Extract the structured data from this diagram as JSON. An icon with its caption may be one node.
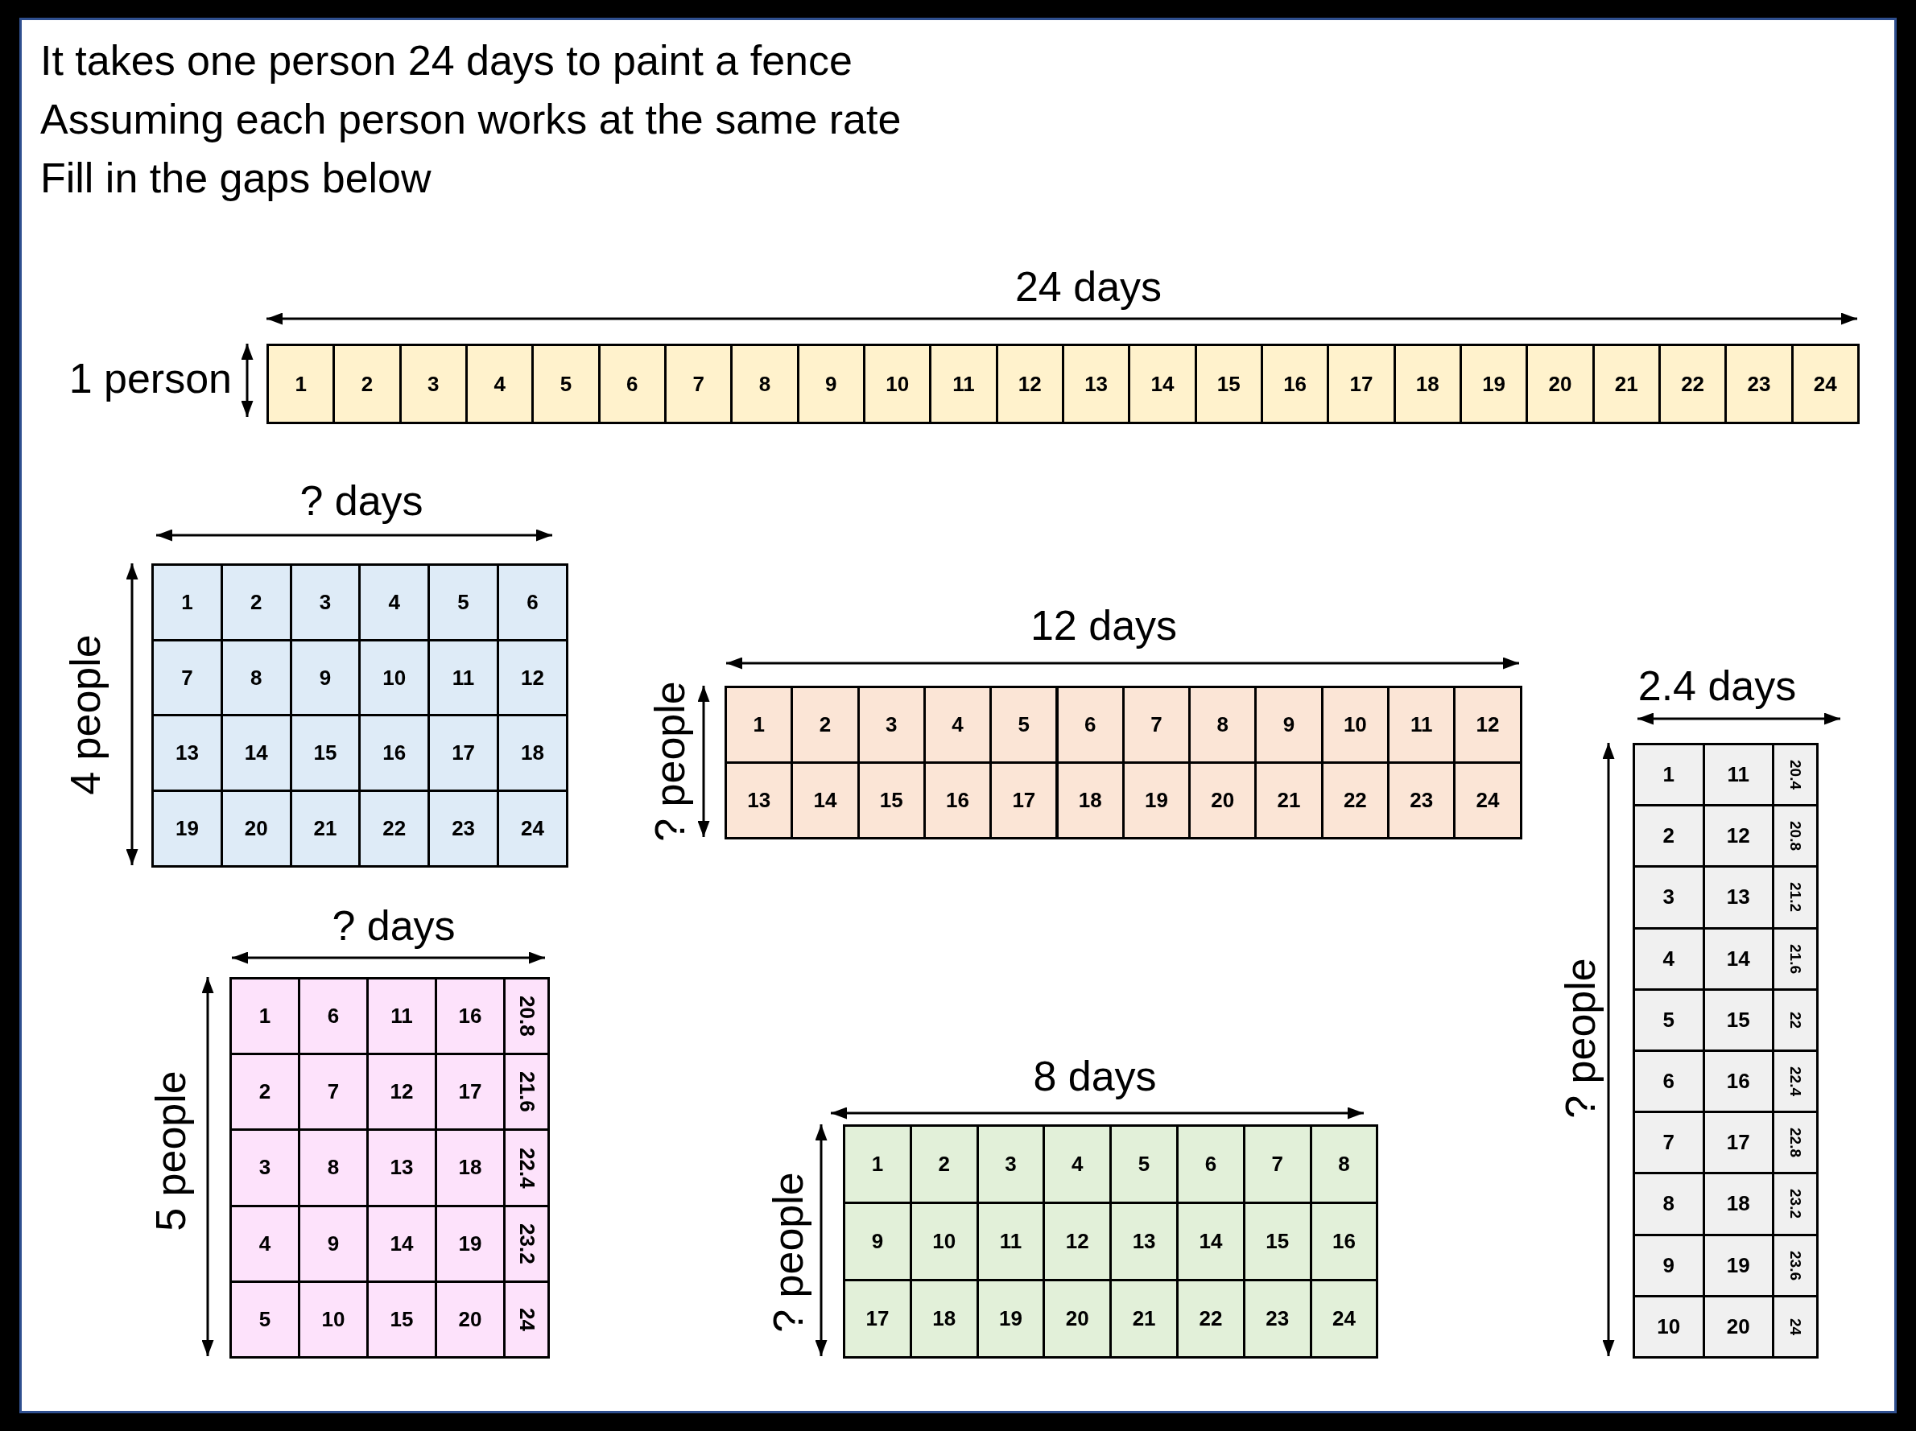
{
  "diagram": {
    "labels": [
      "It takes one person 24 days to paint a fence",
      "Assuming each person works at the same rate",
      "Fill in the gaps below",
      "24 days",
      "1 person",
      "1",
      "2",
      "3",
      "4",
      "5",
      "6",
      "7",
      "8",
      "9",
      "10",
      "11",
      "12",
      "13",
      "14",
      "15",
      "16",
      "17",
      "18",
      "19",
      "20",
      "21",
      "22",
      "23",
      "24",
      "? days",
      "4 people",
      "1",
      "2",
      "3",
      "4",
      "5",
      "6",
      "7",
      "8",
      "9",
      "10",
      "11",
      "12",
      "13",
      "14",
      "15",
      "16",
      "17",
      "18",
      "19",
      "20",
      "21",
      "22",
      "23",
      "24",
      "12 days",
      "? people",
      "1",
      "2",
      "3",
      "4",
      "5",
      "6",
      "7",
      "8",
      "9",
      "10",
      "11",
      "12",
      "13",
      "14",
      "15",
      "16",
      "17",
      "18",
      "19",
      "20",
      "21",
      "22",
      "23",
      "24",
      "2.4 days",
      "? people",
      "1",
      "11",
      "20.4",
      "2",
      "12",
      "20.8",
      "3",
      "13",
      "21.2",
      "4",
      "14",
      "21.6",
      "5",
      "15",
      "22",
      "6",
      "16",
      "22.4",
      "7",
      "17",
      "22.8",
      "8",
      "18",
      "23.2",
      "9",
      "19",
      "23.6",
      "10",
      "20",
      "24",
      "? days",
      "5 people",
      "1",
      "6",
      "11",
      "16",
      "20.8",
      "2",
      "7",
      "12",
      "17",
      "21.6",
      "3",
      "8",
      "13",
      "18",
      "22.4",
      "4",
      "9",
      "14",
      "19",
      "23.2",
      "5",
      "10",
      "15",
      "20",
      "24",
      "8 days",
      "? people",
      "1",
      "2",
      "3",
      "4",
      "5",
      "6",
      "7",
      "8",
      "9",
      "10",
      "11",
      "12",
      "13",
      "14",
      "15",
      "16",
      "17",
      "18",
      "19",
      "20",
      "21",
      "22",
      "23",
      "24"
    ]
  }
}
